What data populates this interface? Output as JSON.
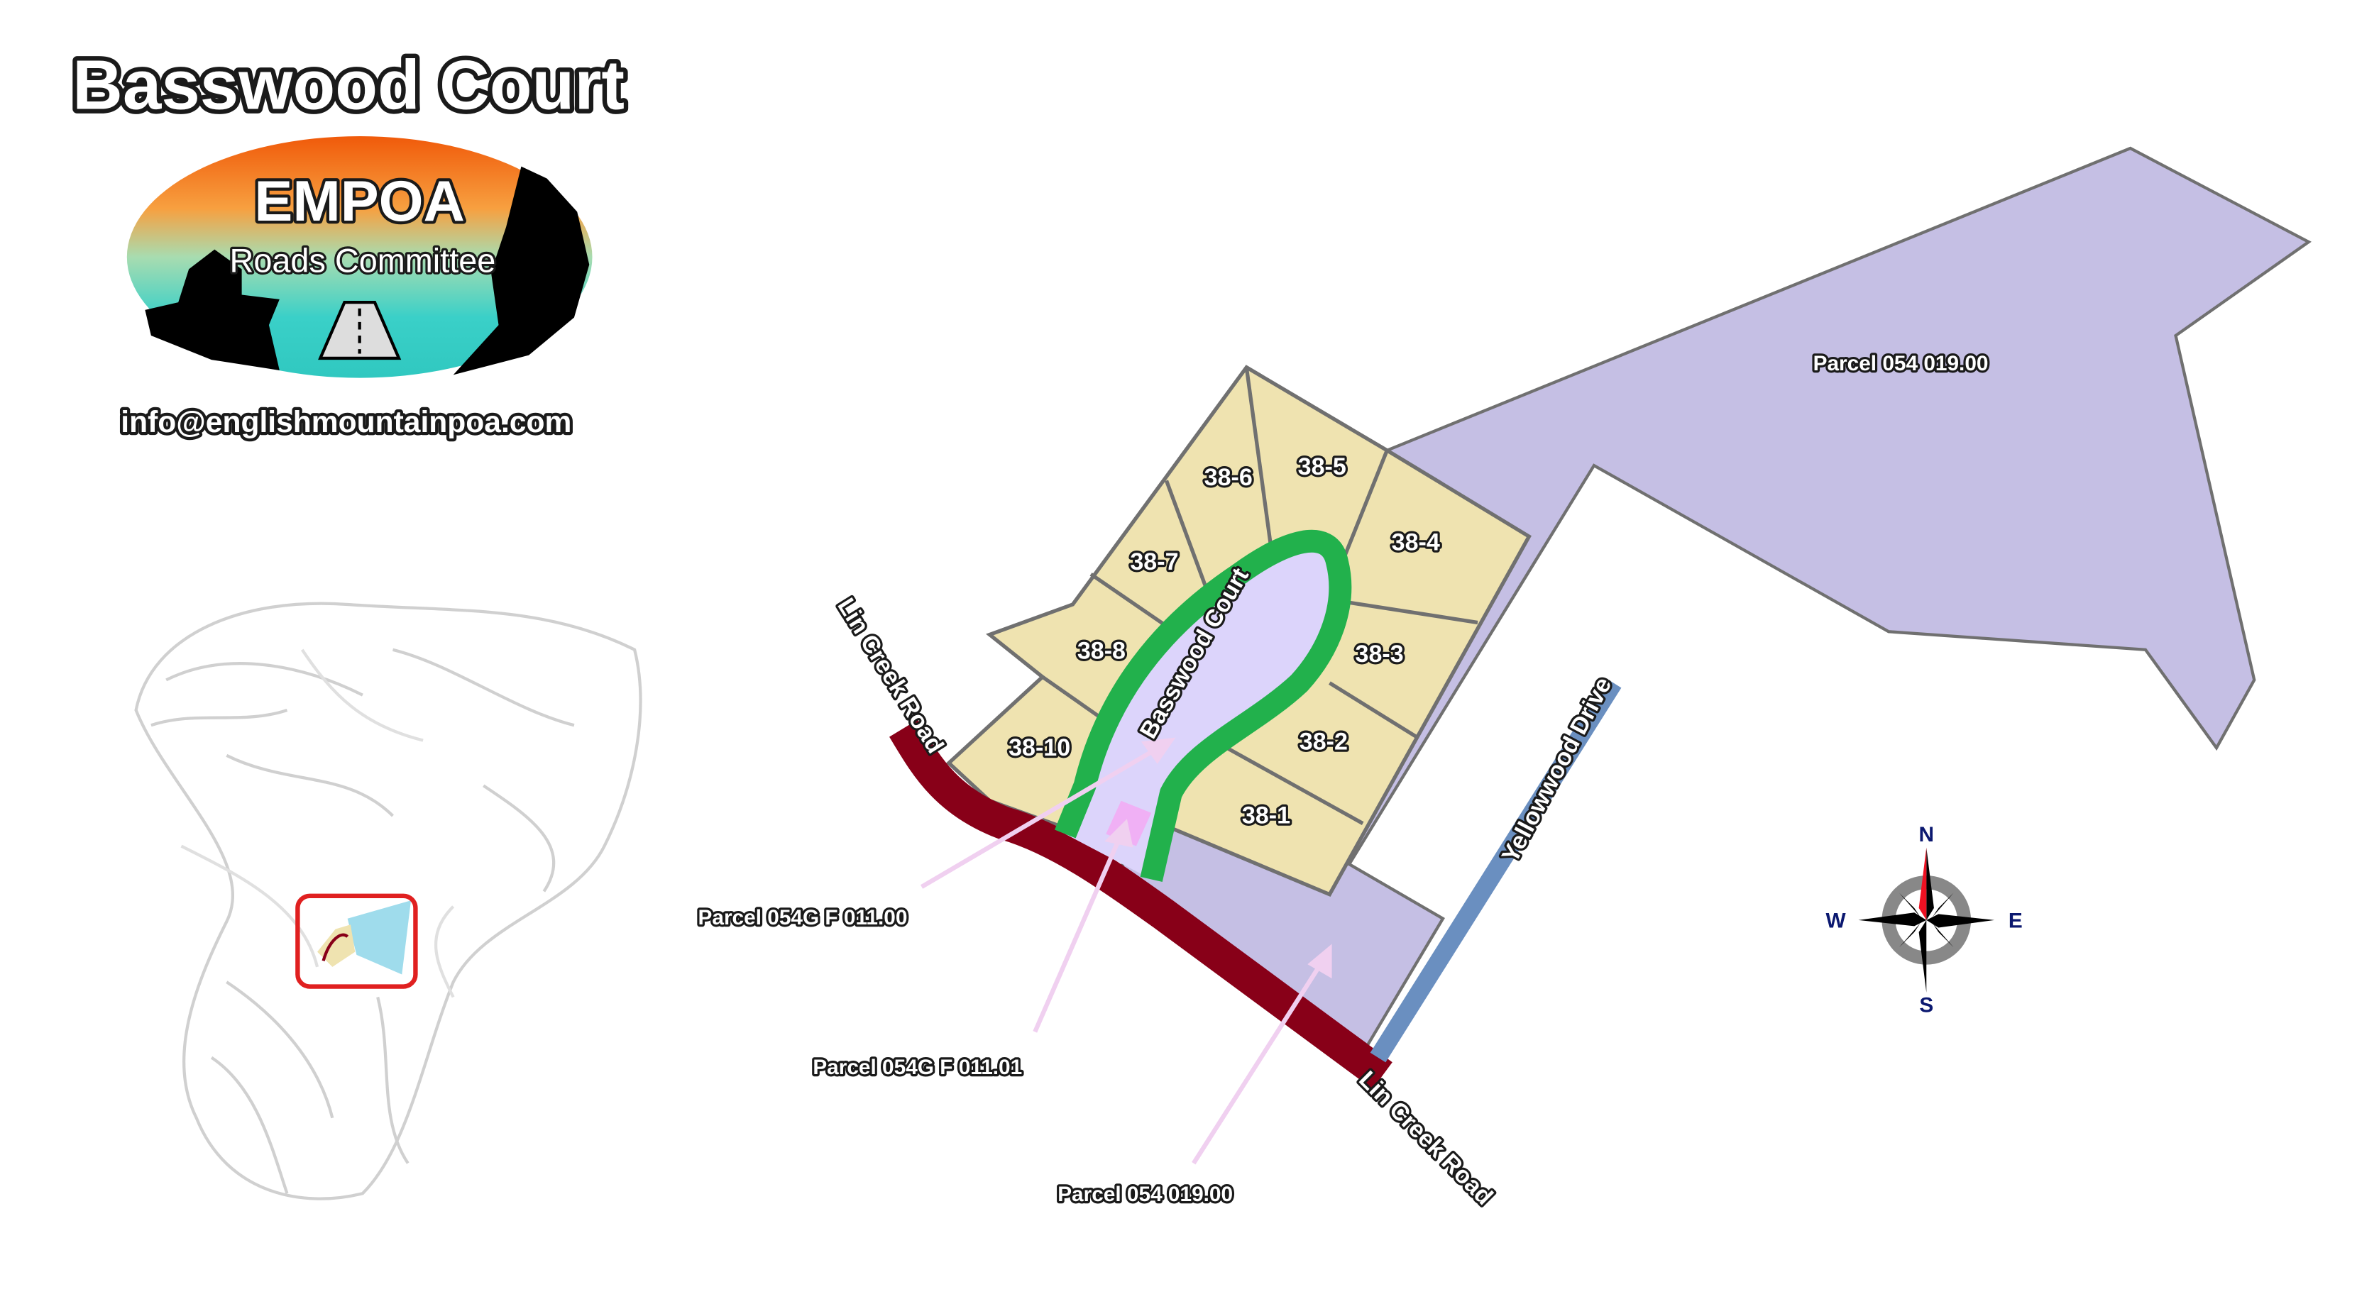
{
  "title": "Basswood Court",
  "logo": {
    "line1": "EMPOA",
    "line2": "Roads Committee"
  },
  "email": "info@englishmountainpoa.com",
  "lots": [
    "38-1",
    "38-2",
    "38-3",
    "38-4",
    "38-5",
    "38-6",
    "38-7",
    "38-8",
    "38-10"
  ],
  "roads": {
    "lin_creek_upper": "Lin Creek Road",
    "lin_creek_lower": "Lin Creek Road",
    "basswood": "Basswood Court",
    "yellowwood": "Yellowwood Drive"
  },
  "parcels": {
    "large_top": "Parcel  054 019.00",
    "common_area": "Parcel  054G F 011.00",
    "small_pink": "Parcel  054G F 011.01",
    "lower": "Parcel  054 019.00"
  },
  "compass": {
    "n": "N",
    "s": "S",
    "e": "E",
    "w": "W"
  },
  "colors": {
    "lot": "#efe3b0",
    "parcel": "#c5bfe4",
    "court_interior": "#dcd4fb",
    "basswood_road": "#22b14c",
    "lin_creek_road": "#880018",
    "yellowwood_road": "#6a8fc0",
    "highlight": "#e02020"
  }
}
